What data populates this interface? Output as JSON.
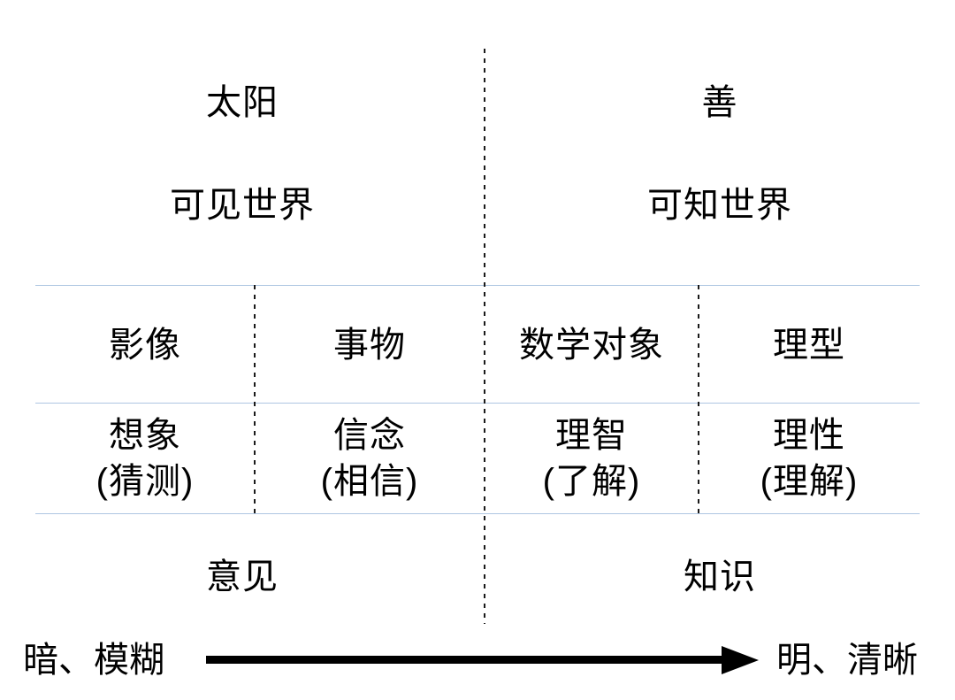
{
  "top": {
    "sun": "太阳",
    "good": "善",
    "visible_world": "可见世界",
    "intelligible_world": "可知世界"
  },
  "objects_row": [
    "影像",
    "事物",
    "数学对象",
    "理型"
  ],
  "faculties_row": [
    {
      "term": "想象",
      "gloss": "(猜测)"
    },
    {
      "term": "信念",
      "gloss": "(相信)"
    },
    {
      "term": "理智",
      "gloss": "(了解)"
    },
    {
      "term": "理性",
      "gloss": "(理解)"
    }
  ],
  "bottom": {
    "opinion": "意见",
    "knowledge": "知识"
  },
  "gradient_axis": {
    "left_label": "暗、模糊",
    "right_label": "明、清晰"
  },
  "colors": {
    "rule": "#aec6e2",
    "dash": "#1a1a1a",
    "text": "#000000",
    "background": "#ffffff"
  }
}
